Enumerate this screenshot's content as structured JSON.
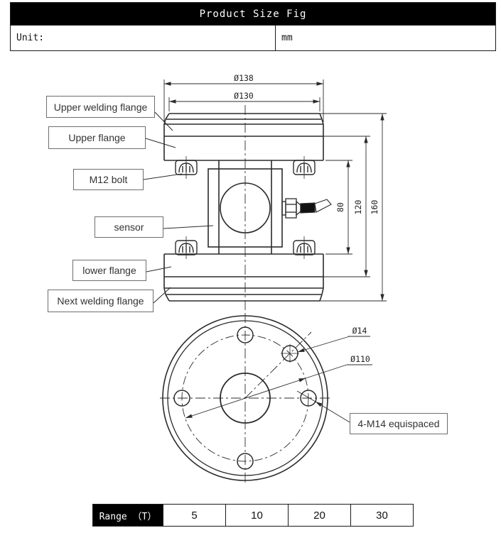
{
  "header": {
    "title": "Product Size Fig",
    "unit_label": "Unit:",
    "unit_value": "mm"
  },
  "callouts": {
    "upper_welding_flange": "Upper welding flange",
    "upper_flange": "Upper flange",
    "m12_bolt": "M12  bolt",
    "sensor": "sensor",
    "lower_flange": "lower flange",
    "next_welding_flange": "Next welding flange",
    "m14_equispaced": "4-M14 equispaced"
  },
  "dimensions": {
    "outer_diameter": "Ø138",
    "top_face_diameter": "Ø130",
    "sensor_gap_height": "80",
    "flange_span_height": "120",
    "total_height": "160",
    "hole_diameter": "Ø14",
    "bolt_circle_diameter": "Ø110"
  },
  "range_table": {
    "header": "Range （T）",
    "values": [
      "5",
      "10",
      "20",
      "30"
    ]
  },
  "colors": {
    "line": "#2b2b2b",
    "header_bg": "#000000",
    "header_fg": "#ffffff"
  }
}
